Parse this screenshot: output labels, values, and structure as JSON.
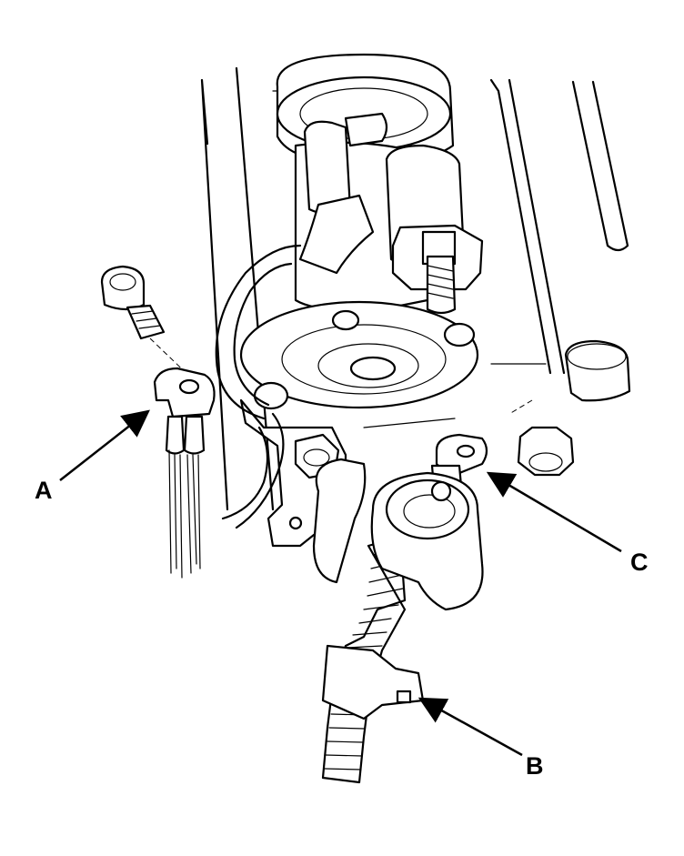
{
  "callouts": {
    "a": {
      "label": "A"
    },
    "b": {
      "label": "B"
    },
    "c": {
      "label": "C"
    }
  },
  "colors": {
    "ink": "#000000",
    "paper": "#ffffff"
  }
}
